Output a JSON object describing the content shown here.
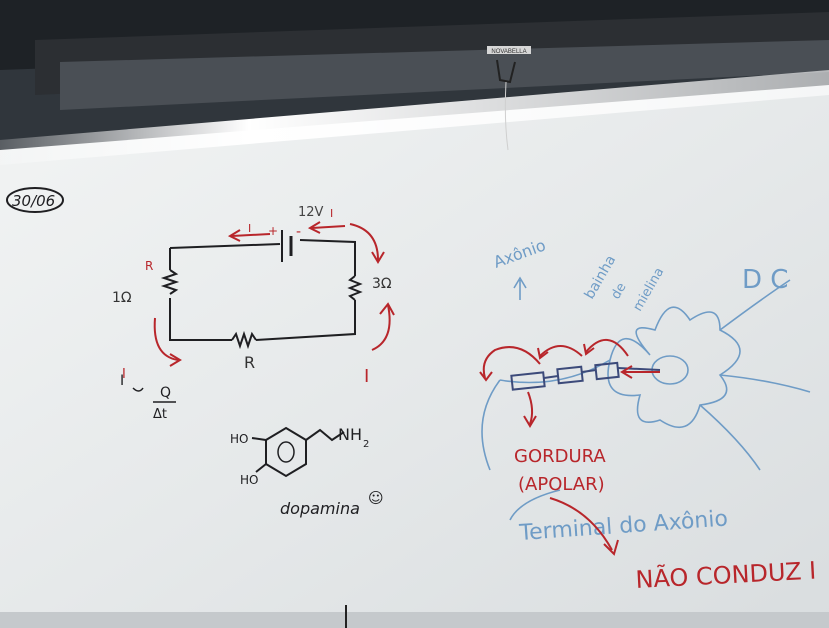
{
  "board": {
    "date": "30/06",
    "projector_brand": "NOVABELLA"
  },
  "circuit": {
    "voltage": "12V",
    "resistor_left": "1Ω",
    "resistor_right": "3Ω",
    "resistor_bottom": "R",
    "resistor_left_tag": "R",
    "current_label": "I",
    "plus": "+",
    "minus": "-",
    "formula_num": "Q",
    "formula_den": "Δt"
  },
  "chemistry": {
    "group_top": "HO",
    "group_bottom": "HO",
    "amine": "NH",
    "amine_sub": "2",
    "name": "dopamina",
    "smiley": "☺"
  },
  "neuron": {
    "axon_label": "Axônio",
    "sheath_line1": "bainha",
    "sheath_line2": "de",
    "sheath_line3": "mielina",
    "dc_label": "D C",
    "terminal_label": "Terminal do Axônio",
    "fat_line1": "GORDURA",
    "fat_line2": "(APOLAR)",
    "conclusion": "NÃO CONDUZ I"
  },
  "colors": {
    "black_marker": "#1f1f22",
    "red_marker": "#b8262b",
    "blue_marker": "#6f9cc6",
    "board": "#e9ecec"
  }
}
